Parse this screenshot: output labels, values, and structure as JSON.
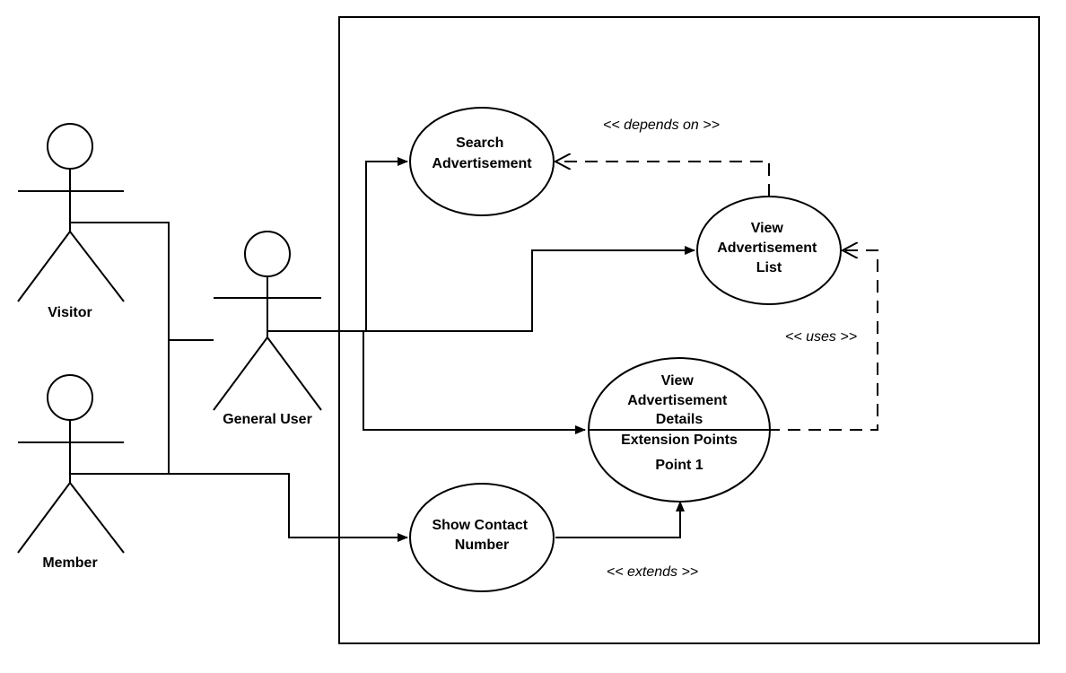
{
  "actors": {
    "visitor": "Visitor",
    "member": "Member",
    "general_user": "General User"
  },
  "use_cases": {
    "search": [
      "Search",
      "Advertisement"
    ],
    "view_list": [
      "View",
      "Advertisement",
      "List"
    ],
    "view_details": [
      "View",
      "Advertisement",
      "Details"
    ],
    "extension_header": "Extension Points",
    "extension_point": "Point 1",
    "show_contact": [
      "Show Contact",
      "Number"
    ]
  },
  "relations": {
    "depends_on": "<< depends on >>",
    "uses": "<< uses >>",
    "extends": "<< extends >>"
  }
}
